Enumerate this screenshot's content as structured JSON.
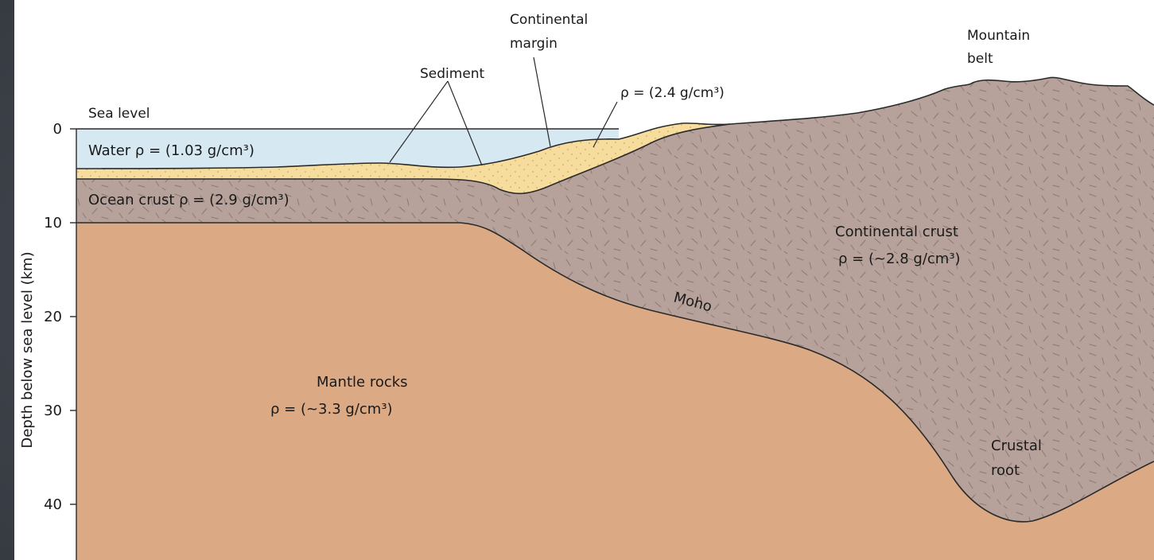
{
  "diagram": {
    "y_axis": {
      "label": "Depth below sea level (km)",
      "ticks": [
        "0",
        "10",
        "20",
        "30",
        "40"
      ]
    },
    "labels": {
      "sea_level": "Sea level",
      "water": "Water ρ = (1.03 g/cm³)",
      "ocean_crust": "Ocean crust ρ = (2.9 g/cm³)",
      "sediment": "Sediment",
      "continental_margin_line1": "Continental",
      "continental_margin_line2": "margin",
      "sediment_density": "ρ = (2.4 g/cm³)",
      "mountain_belt_line1": "Mountain",
      "mountain_belt_line2": "belt",
      "continental_crust": "Continental crust",
      "continental_crust_density": "ρ = (~2.8 g/cm³)",
      "moho": "Moho",
      "mantle_rocks": "Mantle rocks",
      "mantle_density": "ρ = (~3.3 g/cm³)",
      "crustal_root_line1": "Crustal",
      "crustal_root_line2": "root"
    },
    "colors": {
      "water": "#d6e9f3",
      "sediment": "#f6dc9d",
      "crust": "#b6a29a",
      "mantle": "#dba984",
      "outline": "#2a2a2a"
    }
  }
}
